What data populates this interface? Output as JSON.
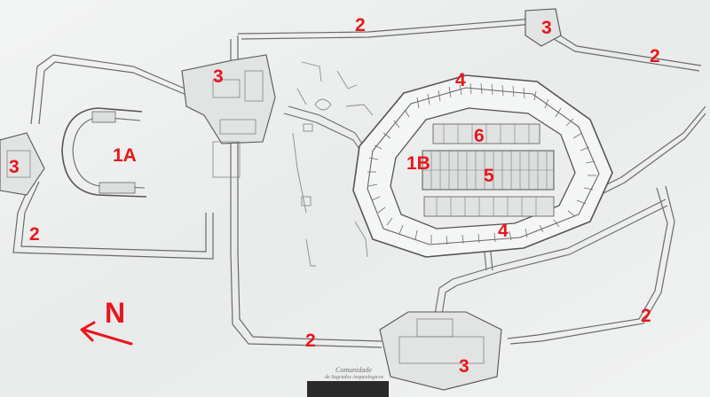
{
  "labels": [
    {
      "id": "l-2-top",
      "text": "2"
    },
    {
      "id": "l-3-topright",
      "text": "3"
    },
    {
      "id": "l-2-right",
      "text": "2"
    },
    {
      "id": "l-3-left-gate",
      "text": "3"
    },
    {
      "id": "l-4-top",
      "text": "4"
    },
    {
      "id": "l-6",
      "text": "6"
    },
    {
      "id": "l-1a",
      "text": "1A"
    },
    {
      "id": "l-1b",
      "text": "1B"
    },
    {
      "id": "l-3-west",
      "text": "3"
    },
    {
      "id": "l-5",
      "text": "5"
    },
    {
      "id": "l-2-left",
      "text": "2"
    },
    {
      "id": "l-4-bottom",
      "text": "4"
    },
    {
      "id": "l-2-lowright",
      "text": "2"
    },
    {
      "id": "l-2-bottom",
      "text": "2"
    },
    {
      "id": "l-3-south",
      "text": "3"
    }
  ],
  "north": {
    "label": "N",
    "arrow_color": "#e8161b"
  },
  "caption": {
    "line1": "Comunidade",
    "line2": "de Sagrados Arqueologicos"
  },
  "colors": {
    "paper": "#eef0f0",
    "ink": "#5a5a5a",
    "marker": "#e8161b"
  }
}
